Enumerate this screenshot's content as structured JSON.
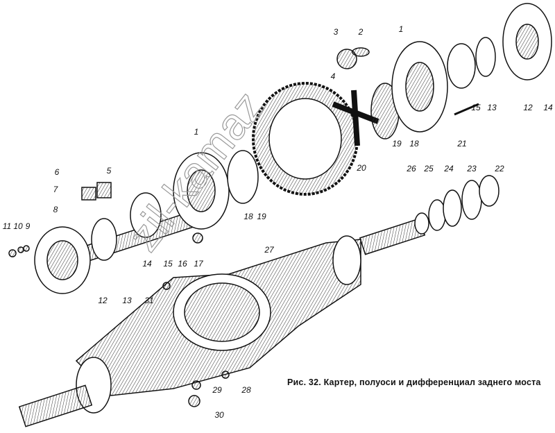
{
  "caption": "Рис. 32. Картер, полуоси и дифференциал заднего моста",
  "watermark": "zil-kamaz",
  "labels": [
    "1",
    "1",
    "2",
    "3",
    "4",
    "5",
    "6",
    "7",
    "8",
    "9",
    "10",
    "11",
    "12",
    "12",
    "13",
    "13",
    "14",
    "14",
    "15",
    "15",
    "16",
    "17",
    "18",
    "18",
    "19",
    "19",
    "20",
    "21",
    "22",
    "23",
    "24",
    "25",
    "26",
    "27",
    "28",
    "29",
    "30",
    "31"
  ]
}
